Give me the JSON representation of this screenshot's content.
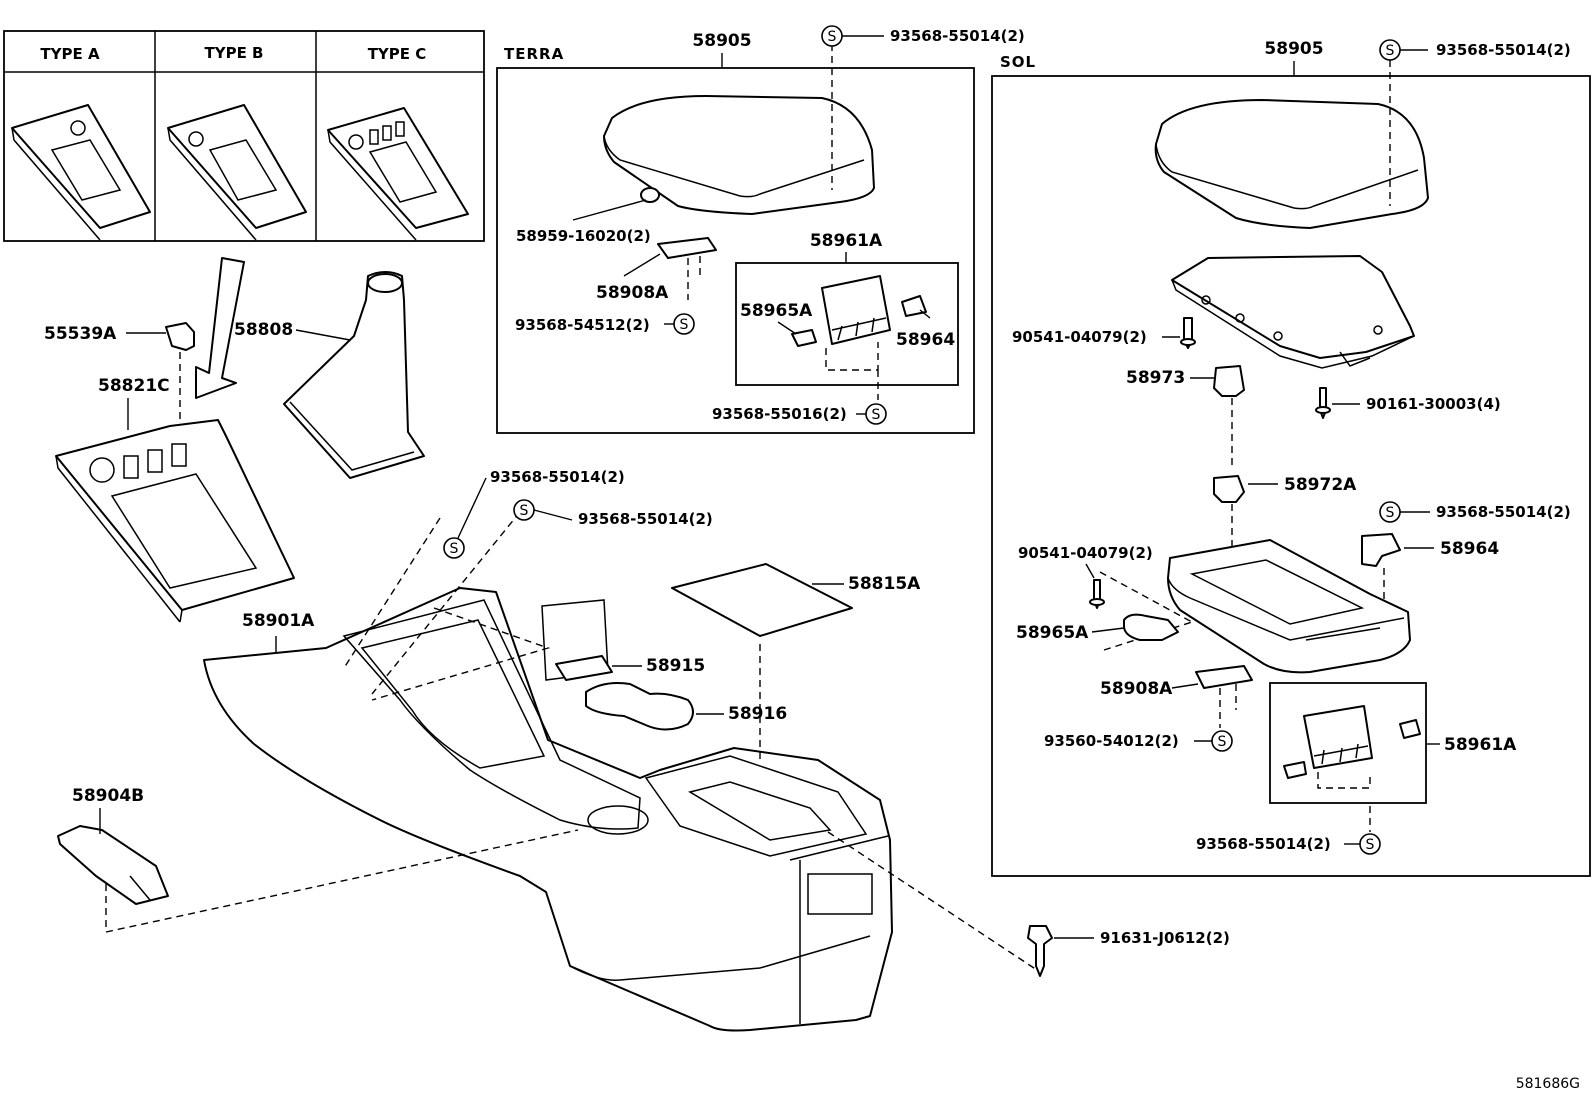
{
  "types": [
    "TYPE A",
    "TYPE B",
    "TYPE C"
  ],
  "sections": {
    "terra": "TERRA",
    "sol": "SOL"
  },
  "s_symbol": "S",
  "terra_labels": {
    "armrest": "58905",
    "screw_top": "93568-55014(2)",
    "clip": "58959-16020(2)",
    "hinge": "58908A",
    "screw_hinge": "93568-54512(2)",
    "lock_assy": "58961A",
    "lock_knob": "58965A",
    "lock_striker": "58964",
    "screw_lock": "93568-55016(2)"
  },
  "left_labels": {
    "cap": "55539A",
    "boot": "58808",
    "panel": "58821C",
    "console": "58901A",
    "screw_a": "93568-55014(2)",
    "screw_b": "93568-55014(2)",
    "mat": "58815A",
    "pad": "58915",
    "holder": "58916",
    "side_cover": "58904B",
    "bolt": "91631-J0612(2)"
  },
  "sol_labels": {
    "armrest": "58905",
    "screw_top": "93568-55014(2)",
    "bolt_a": "90541-04079(2)",
    "hinge_upper": "58973",
    "screw_b": "90161-30003(4)",
    "hinge_lower": "58972A",
    "screw_c": "93568-55014(2)",
    "striker": "58964",
    "bolt_d": "90541-04079(2)",
    "knob": "58965A",
    "hinge": "58908A",
    "screw_e": "93560-54012(2)",
    "lock_assy": "58961A",
    "screw_f": "93568-55014(2)"
  },
  "figure_id": "581686G"
}
